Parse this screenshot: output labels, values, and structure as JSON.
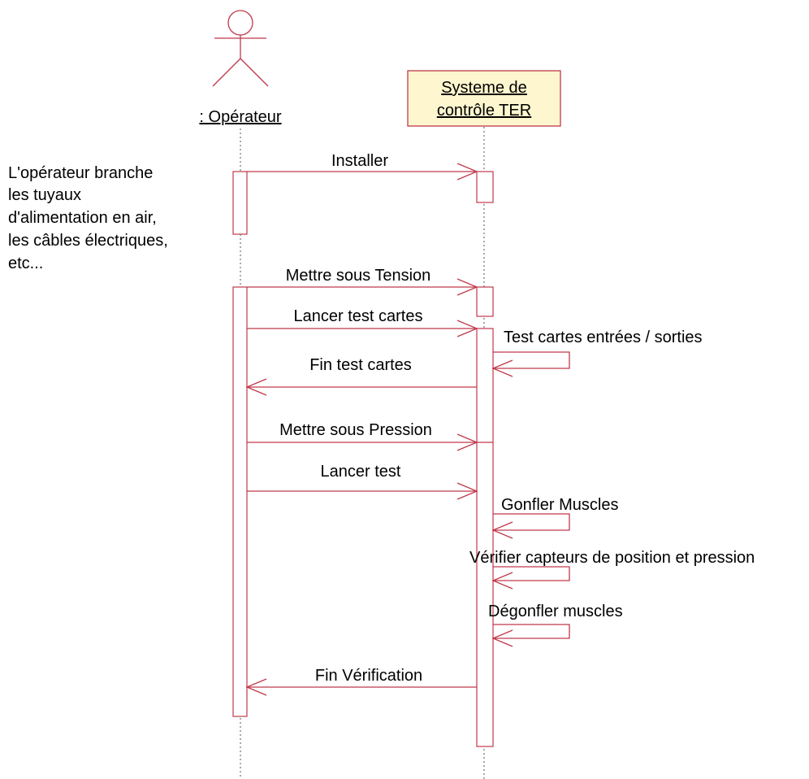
{
  "actor": {
    "label": ": Opérateur"
  },
  "system": {
    "label_line1": "Systeme de",
    "label_line2": "contrôle TER"
  },
  "note": {
    "lines": [
      "L'opérateur branche",
      "les tuyaux",
      "d'alimentation en air,",
      "les câbles électriques,",
      "etc..."
    ]
  },
  "messages": {
    "installer": "Installer",
    "mettre_tension": "Mettre sous Tension",
    "lancer_test_cartes": "Lancer test cartes",
    "test_cartes_es": "Test cartes entrées / sorties",
    "fin_test_cartes": "Fin test cartes",
    "mettre_pression": "Mettre sous Pression",
    "lancer_test": "Lancer test",
    "gonfler": "Gonfler Muscles",
    "verifier": "Vérifier capteurs de position et pression",
    "degonfler": "Dégonfler muscles",
    "fin_verification": "Fin Vérification"
  },
  "colors": {
    "line": "#c0394b",
    "box_fill": "#fdf6cf",
    "text": "#000000",
    "lifeline": "#555555"
  }
}
